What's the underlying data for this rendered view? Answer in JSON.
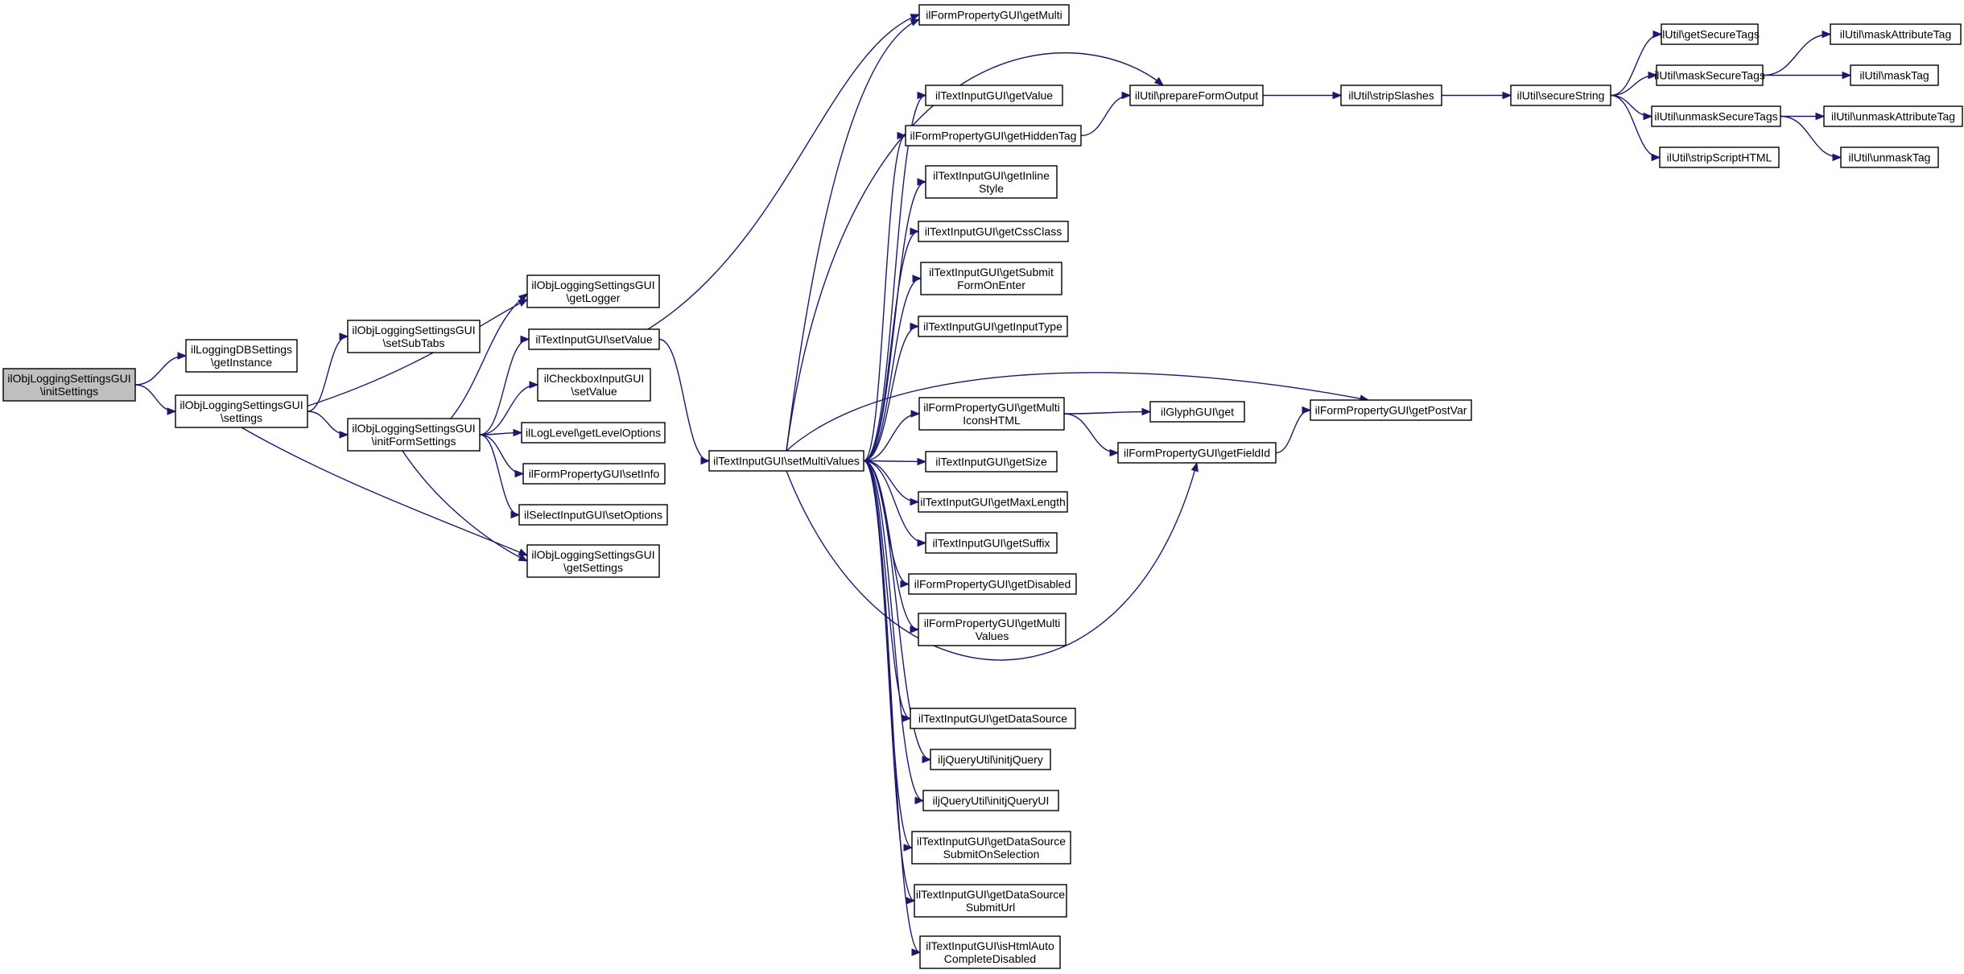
{
  "diagram": {
    "type": "call-graph",
    "nodes": [
      {
        "id": "n0",
        "lines": [
          "ilObjLoggingSettingsGUI",
          "\\initSettings"
        ],
        "root": true
      },
      {
        "id": "n1",
        "lines": [
          "ilLoggingDBSettings",
          "\\getInstance"
        ]
      },
      {
        "id": "n2",
        "lines": [
          "ilObjLoggingSettingsGUI",
          "\\settings"
        ]
      },
      {
        "id": "n3",
        "lines": [
          "ilObjLoggingSettingsGUI",
          "\\setSubTabs"
        ]
      },
      {
        "id": "n4",
        "lines": [
          "ilObjLoggingSettingsGUI",
          "\\initFormSettings"
        ]
      },
      {
        "id": "n5",
        "lines": [
          "ilObjLoggingSettingsGUI",
          "\\getLogger"
        ]
      },
      {
        "id": "n6",
        "lines": [
          "ilObjLoggingSettingsGUI",
          "\\getSettings"
        ]
      },
      {
        "id": "n7",
        "lines": [
          "ilTextInputGUI\\setValue"
        ]
      },
      {
        "id": "n8",
        "lines": [
          "ilCheckboxInputGUI",
          "\\setValue"
        ]
      },
      {
        "id": "n9",
        "lines": [
          "ilLogLevel\\getLevelOptions"
        ]
      },
      {
        "id": "n10",
        "lines": [
          "ilFormPropertyGUI\\setInfo"
        ]
      },
      {
        "id": "n11",
        "lines": [
          "ilSelectInputGUI\\setOptions"
        ]
      },
      {
        "id": "n12",
        "lines": [
          "ilTextInputGUI\\setMultiValues"
        ]
      },
      {
        "id": "n13",
        "lines": [
          "ilFormPropertyGUI\\getMulti"
        ]
      },
      {
        "id": "n14",
        "lines": [
          "ilTextInputGUI\\getValue"
        ]
      },
      {
        "id": "n15",
        "lines": [
          "ilFormPropertyGUI\\getHiddenTag"
        ]
      },
      {
        "id": "n16",
        "lines": [
          "ilTextInputGUI\\getInline",
          "Style"
        ]
      },
      {
        "id": "n17",
        "lines": [
          "ilTextInputGUI\\getCssClass"
        ]
      },
      {
        "id": "n18",
        "lines": [
          "ilTextInputGUI\\getSubmit",
          "FormOnEnter"
        ]
      },
      {
        "id": "n19",
        "lines": [
          "ilTextInputGUI\\getInputType"
        ]
      },
      {
        "id": "n20",
        "lines": [
          "ilFormPropertyGUI\\getMulti",
          "IconsHTML"
        ]
      },
      {
        "id": "n21",
        "lines": [
          "ilTextInputGUI\\getSize"
        ]
      },
      {
        "id": "n22",
        "lines": [
          "ilTextInputGUI\\getMaxLength"
        ]
      },
      {
        "id": "n23",
        "lines": [
          "ilTextInputGUI\\getSuffix"
        ]
      },
      {
        "id": "n24",
        "lines": [
          "ilFormPropertyGUI\\getDisabled"
        ]
      },
      {
        "id": "n25",
        "lines": [
          "ilFormPropertyGUI\\getMulti",
          "Values"
        ]
      },
      {
        "id": "n26",
        "lines": [
          "ilTextInputGUI\\getDataSource"
        ]
      },
      {
        "id": "n27",
        "lines": [
          "iljQueryUtil\\initjQuery"
        ]
      },
      {
        "id": "n28",
        "lines": [
          "iljQueryUtil\\initjQueryUI"
        ]
      },
      {
        "id": "n29",
        "lines": [
          "ilTextInputGUI\\getDataSource",
          "SubmitOnSelection"
        ]
      },
      {
        "id": "n30",
        "lines": [
          "ilTextInputGUI\\getDataSource",
          "SubmitUrl"
        ]
      },
      {
        "id": "n31",
        "lines": [
          "ilTextInputGUI\\isHtmlAuto",
          "CompleteDisabled"
        ]
      },
      {
        "id": "n32",
        "lines": [
          "ilUtil\\prepareFormOutput"
        ]
      },
      {
        "id": "n33",
        "lines": [
          "ilGlyphGUI\\get"
        ]
      },
      {
        "id": "n34",
        "lines": [
          "ilFormPropertyGUI\\getFieldId"
        ]
      },
      {
        "id": "n35",
        "lines": [
          "ilFormPropertyGUI\\getPostVar"
        ]
      },
      {
        "id": "n36",
        "lines": [
          "ilUtil\\stripSlashes"
        ]
      },
      {
        "id": "n37",
        "lines": [
          "ilUtil\\secureString"
        ]
      },
      {
        "id": "n38",
        "lines": [
          "ilUtil\\getSecureTags"
        ]
      },
      {
        "id": "n39",
        "lines": [
          "ilUtil\\maskSecureTags"
        ]
      },
      {
        "id": "n40",
        "lines": [
          "ilUtil\\unmaskSecureTags"
        ]
      },
      {
        "id": "n41",
        "lines": [
          "ilUtil\\stripScriptHTML"
        ]
      },
      {
        "id": "n42",
        "lines": [
          "ilUtil\\maskAttributeTag"
        ]
      },
      {
        "id": "n43",
        "lines": [
          "ilUtil\\maskTag"
        ]
      },
      {
        "id": "n44",
        "lines": [
          "ilUtil\\unmaskAttributeTag"
        ]
      },
      {
        "id": "n45",
        "lines": [
          "ilUtil\\unmaskTag"
        ]
      }
    ],
    "edges": [
      {
        "from": "n0",
        "to": "n1"
      },
      {
        "from": "n0",
        "to": "n2"
      },
      {
        "from": "n2",
        "to": "n3"
      },
      {
        "from": "n2",
        "to": "n4"
      },
      {
        "from": "n2",
        "to": "n5"
      },
      {
        "from": "n2",
        "to": "n6"
      },
      {
        "from": "n4",
        "to": "n5"
      },
      {
        "from": "n4",
        "to": "n7"
      },
      {
        "from": "n4",
        "to": "n8"
      },
      {
        "from": "n4",
        "to": "n9"
      },
      {
        "from": "n4",
        "to": "n10"
      },
      {
        "from": "n4",
        "to": "n11"
      },
      {
        "from": "n4",
        "to": "n6"
      },
      {
        "from": "n7",
        "to": "n13"
      },
      {
        "from": "n7",
        "to": "n12"
      },
      {
        "from": "n12",
        "to": "n13"
      },
      {
        "from": "n12",
        "to": "n32"
      },
      {
        "from": "n12",
        "to": "n14"
      },
      {
        "from": "n12",
        "to": "n15"
      },
      {
        "from": "n12",
        "to": "n16"
      },
      {
        "from": "n12",
        "to": "n17"
      },
      {
        "from": "n12",
        "to": "n18"
      },
      {
        "from": "n12",
        "to": "n19"
      },
      {
        "from": "n12",
        "to": "n35"
      },
      {
        "from": "n12",
        "to": "n20"
      },
      {
        "from": "n12",
        "to": "n21"
      },
      {
        "from": "n12",
        "to": "n22"
      },
      {
        "from": "n12",
        "to": "n23"
      },
      {
        "from": "n12",
        "to": "n24"
      },
      {
        "from": "n12",
        "to": "n25"
      },
      {
        "from": "n12",
        "to": "n34"
      },
      {
        "from": "n12",
        "to": "n26"
      },
      {
        "from": "n12",
        "to": "n27"
      },
      {
        "from": "n12",
        "to": "n28"
      },
      {
        "from": "n12",
        "to": "n29"
      },
      {
        "from": "n12",
        "to": "n30"
      },
      {
        "from": "n12",
        "to": "n31"
      },
      {
        "from": "n15",
        "to": "n32"
      },
      {
        "from": "n20",
        "to": "n33"
      },
      {
        "from": "n20",
        "to": "n34"
      },
      {
        "from": "n34",
        "to": "n35"
      },
      {
        "from": "n32",
        "to": "n36"
      },
      {
        "from": "n36",
        "to": "n37"
      },
      {
        "from": "n37",
        "to": "n38"
      },
      {
        "from": "n37",
        "to": "n39"
      },
      {
        "from": "n37",
        "to": "n40"
      },
      {
        "from": "n37",
        "to": "n41"
      },
      {
        "from": "n39",
        "to": "n42"
      },
      {
        "from": "n39",
        "to": "n43"
      },
      {
        "from": "n40",
        "to": "n44"
      },
      {
        "from": "n40",
        "to": "n45"
      }
    ],
    "colors": {
      "edge": "#191970",
      "root_fill": "#bfbfbf",
      "node_fill": "#ffffff",
      "node_border": "#000000"
    }
  }
}
